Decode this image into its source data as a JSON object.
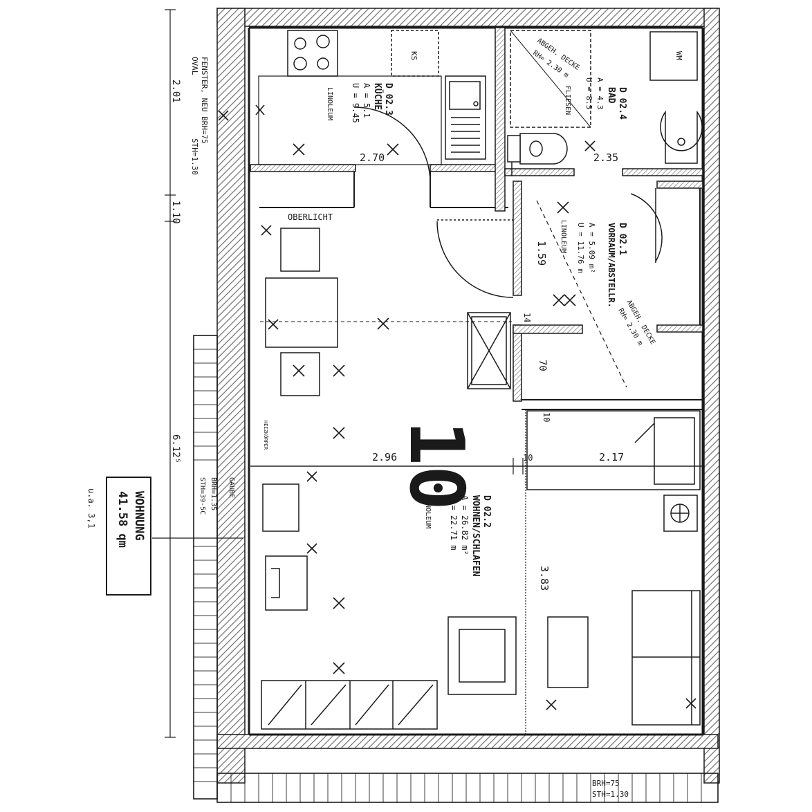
{
  "summary": {
    "label": "WOHNUNG",
    "area": "41.58 qm",
    "scribble": "u.a. 3,1"
  },
  "dimensions": {
    "left_top": "2.01",
    "left_mid": "1.10",
    "left_total": "6.12⁵",
    "kitchen_width": "2.70",
    "bath_width": "2.35",
    "hall_width": "1.59",
    "living_width": "2.96",
    "bedroom_width": "2.17",
    "living_depth": "3.83",
    "small_14": "14",
    "small_70": "70",
    "small_10a": "10",
    "small_10b": "10"
  },
  "annotations": {
    "window_new": "FENSTER, NEU BRH=75",
    "window_oval": "OVAL",
    "window_sth": "STH=1.30",
    "skylight": "OBERLICHT",
    "gaube": "GAUBE",
    "gaube_brh": "BRH=1.35",
    "gaube_sth": "STH=39-5C",
    "bottom_brh": "BRH=75",
    "bottom_sth": "STH=1.30",
    "fridge": "KS",
    "washer": "WM",
    "radiator": "HEIZKÖRPER",
    "big_mark": "10",
    "ceiling_bath": "ABGEH. DECKE",
    "ceiling_bath_rh": "RH= 2.30 m",
    "ceiling_hall": "ABGEH. DECKE",
    "ceiling_hall_rh": "RH= 2.30 m"
  },
  "rooms": {
    "kitchen": {
      "id": "D 02.3",
      "name": "KÜCHE",
      "area": "A = 5.1",
      "perimeter": "U = 9.45",
      "floor": "LINOLEUM"
    },
    "bath": {
      "id": "D 02.4",
      "name": "BAD",
      "area": "A = 4.3",
      "perimeter": "U = 8.5",
      "floor": "FLIESEN"
    },
    "hall": {
      "id": "D 02.1",
      "name": "VORRAUM/ABSTELLR.",
      "area": "A = 5.09 m²",
      "perimeter": "U = 11.76 m",
      "floor": "LINOLEUM"
    },
    "living": {
      "id": "D 02.2",
      "name": "WOHNEN/SCHLAFEN",
      "area": "A = 26.82 m²",
      "perimeter": "U = 22.71 m",
      "floor": "LINOLEUM"
    }
  },
  "colors": {
    "ink": "#1a1a1a",
    "paper": "#ffffff",
    "hatch": "#7a7a7a"
  }
}
